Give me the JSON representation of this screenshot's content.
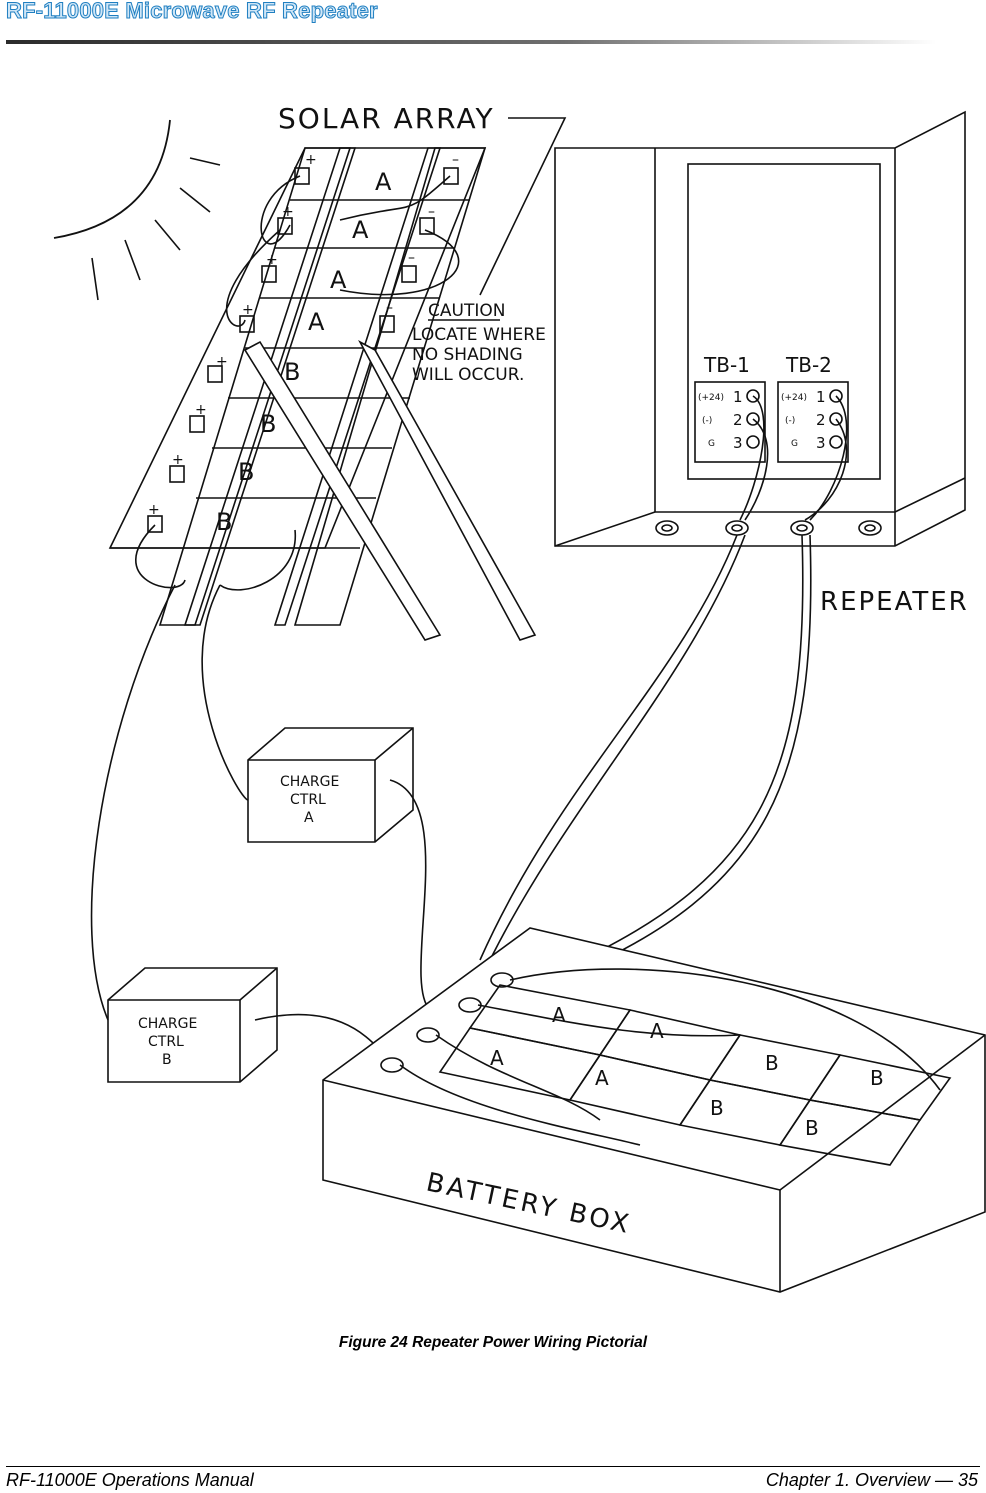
{
  "header": {
    "title": "RF-11000E Microwave RF Repeater"
  },
  "figure": {
    "caption": "Figure 24  Repeater Power Wiring Pictorial",
    "labels": {
      "solar_array": "SOLAR ARRAY",
      "caution_title": "CAUTION",
      "caution_line1": "LOCATE  WHERE",
      "caution_line2": "NO  SHADING",
      "caution_line3": "WILL  OCCUR.",
      "tb1": "TB-1",
      "tb2": "TB-2",
      "repeater": "REPEATER",
      "charge_a_line1": "CHARGE",
      "charge_a_line2": "CTRL",
      "charge_a_line3": "A",
      "charge_b_line1": "CHARGE",
      "charge_b_line2": "CTRL",
      "charge_b_line3": "B",
      "battery_box": "BATTERY  BOX",
      "terminal_plus24": "(+24)",
      "terminal_minus": "(-)",
      "terminal_g": "G",
      "terminal_1": "1",
      "terminal_2": "2",
      "terminal_3": "3",
      "panel_a": "A",
      "panel_b": "B",
      "plus": "+",
      "minus": "–"
    }
  },
  "footer": {
    "left": "RF-11000E Operations Manual",
    "right": "Chapter 1.  Overview — 35"
  }
}
